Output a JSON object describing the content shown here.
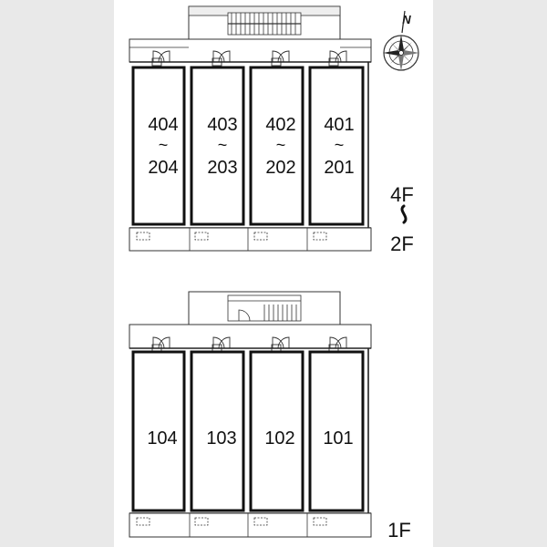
{
  "compass": {
    "north_label": "N"
  },
  "upper_plan": {
    "units": [
      {
        "top": "404",
        "tilde": "~",
        "bottom": "204"
      },
      {
        "top": "403",
        "tilde": "~",
        "bottom": "203"
      },
      {
        "top": "402",
        "tilde": "~",
        "bottom": "202"
      },
      {
        "top": "401",
        "tilde": "~",
        "bottom": "201"
      }
    ],
    "floor_range": {
      "top": "4F",
      "bottom": "2F"
    }
  },
  "lower_plan": {
    "units": [
      "104",
      "103",
      "102",
      "101"
    ],
    "floor_label": "1F"
  }
}
